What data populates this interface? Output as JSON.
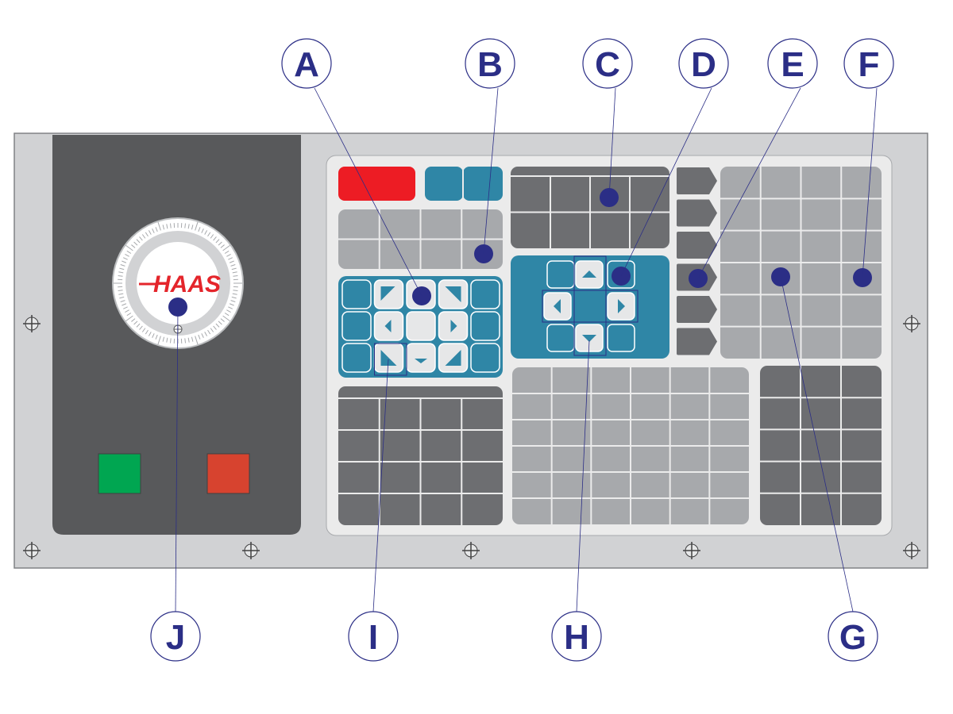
{
  "brand": {
    "logo_text": "HAAS",
    "logo_color": "#e4252b"
  },
  "colors": {
    "panel_frame": "#d1d2d4",
    "left_panel": "#58595b",
    "keypad_panel": "#ebebeb",
    "key_light": "#a7a9ac",
    "key_dark": "#6d6e71",
    "key_teal": "#2f86a6",
    "key_red": "#ed1c24",
    "cycle_start_green": "#00a651",
    "feed_hold_red": "#d7432f",
    "callout_blue": "#2b2e86"
  },
  "callouts": [
    {
      "id": "A",
      "label": "A",
      "target": "jog-cluster"
    },
    {
      "id": "B",
      "label": "B",
      "target": "display-key-block"
    },
    {
      "id": "C",
      "label": "C",
      "target": "mode-key-block"
    },
    {
      "id": "D",
      "label": "D",
      "target": "cursor-pad"
    },
    {
      "id": "E",
      "label": "E",
      "target": "function-keys"
    },
    {
      "id": "F",
      "label": "F",
      "target": "function-grid-right"
    },
    {
      "id": "G",
      "label": "G",
      "target": "function-grid"
    },
    {
      "id": "H",
      "label": "H",
      "target": "cursor-pad"
    },
    {
      "id": "I",
      "label": "I",
      "target": "jog-cluster"
    },
    {
      "id": "J",
      "label": "J",
      "target": "handwheel"
    }
  ]
}
